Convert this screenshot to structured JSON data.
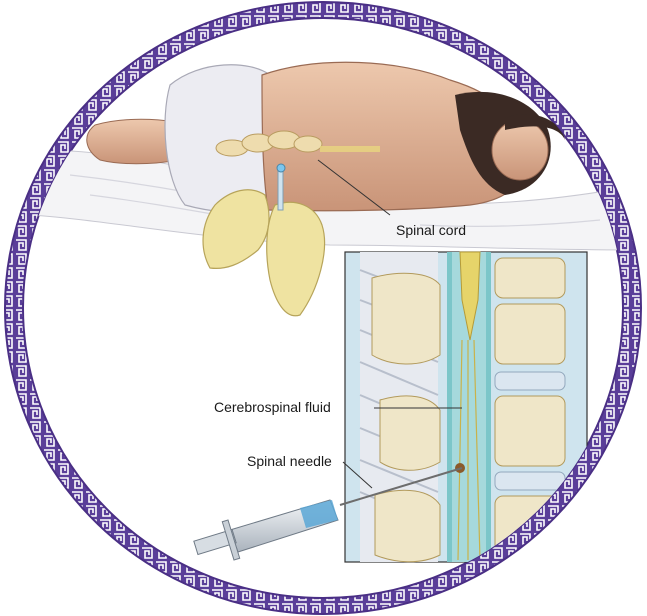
{
  "diagram": {
    "labels": {
      "spinal_cord": "Spinal cord",
      "csf": "Cerebrospinal fluid",
      "needle": "Spinal needle"
    },
    "colors": {
      "border": "#5a3e99",
      "skin": "#e3b79a",
      "glove": "#efe3a1",
      "bone": "#e9d7a6",
      "csf": "#7cc6c9",
      "cord": "#e6d46a",
      "shorts": "#e9e9ef",
      "hair": "#3b2a24",
      "syringe_fluid": "#5aa7d6"
    }
  }
}
